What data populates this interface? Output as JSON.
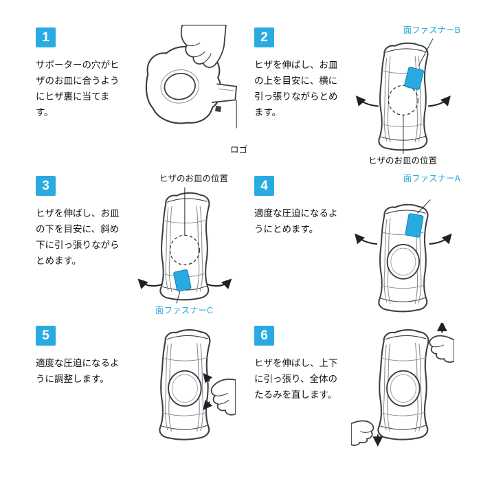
{
  "colors": {
    "accent": "#29abe2",
    "line": "#3a3f44",
    "arrow": "#1e2125",
    "bg": "#ffffff"
  },
  "steps": [
    {
      "number": "1",
      "text": "サポーターの穴がヒザのお皿に合うようにヒザ裏に当てます。",
      "label_logo": "ロゴ"
    },
    {
      "number": "2",
      "text": "ヒザを伸ばし、お皿の上を目安に、横に引っ張りながらとめます。",
      "label_top": "面ファスナーB",
      "label_bottom": "ヒザのお皿の位置"
    },
    {
      "number": "3",
      "text": "ヒザを伸ばし、お皿の下を目安に、斜め下に引っ張りながらとめます。",
      "label_top": "ヒザのお皿の位置",
      "label_bottom": "面ファスナーC"
    },
    {
      "number": "4",
      "text": "適度な圧迫になるようにとめます。",
      "label_top": "面ファスナーA"
    },
    {
      "number": "5",
      "text": "適度な圧迫になるように調整します。"
    },
    {
      "number": "6",
      "text": "ヒザを伸ばし、上下に引っ張り、全体のたるみを直します。"
    }
  ]
}
